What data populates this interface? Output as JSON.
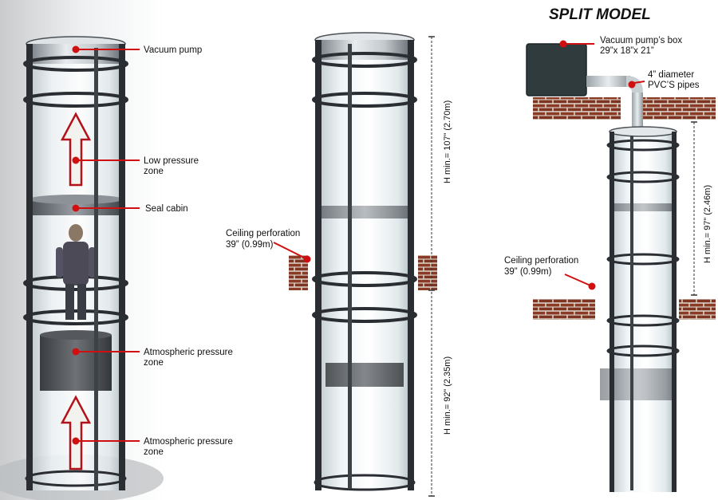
{
  "title": "SPLIT MODEL",
  "colors": {
    "leader_red": "#d01010",
    "arrow_red": "#b3121a",
    "frame_dark": "#2a2e33",
    "brick": "#8a3a25",
    "mortar": "#d9cfc4",
    "pump_box": "#2f3b3d"
  },
  "left_labels": [
    "Vacuum pump",
    "Low pressure zone",
    "Seal cabin",
    "Atmospheric pressure zone",
    "Atmospheric pressure zone"
  ],
  "middle": {
    "ceiling_label_line1": "Ceiling perforation",
    "ceiling_label_line2": "39” (0.99m)",
    "upper_dimension": "H min.= 107” (2.70m)",
    "lower_dimension": "H min.= 92” (2.35m)"
  },
  "right": {
    "pump_box_line1": "Vacuum pump’s box",
    "pump_box_line2": "29”x 18”x 21”",
    "pipes_line1": "4” diameter",
    "pipes_line2": "PVC’S pipes",
    "dimension": "H min.= 97” (2.46m)",
    "ceiling_label_line1": "Ceiling perforation",
    "ceiling_label_line2": "39” (0.99m)"
  }
}
